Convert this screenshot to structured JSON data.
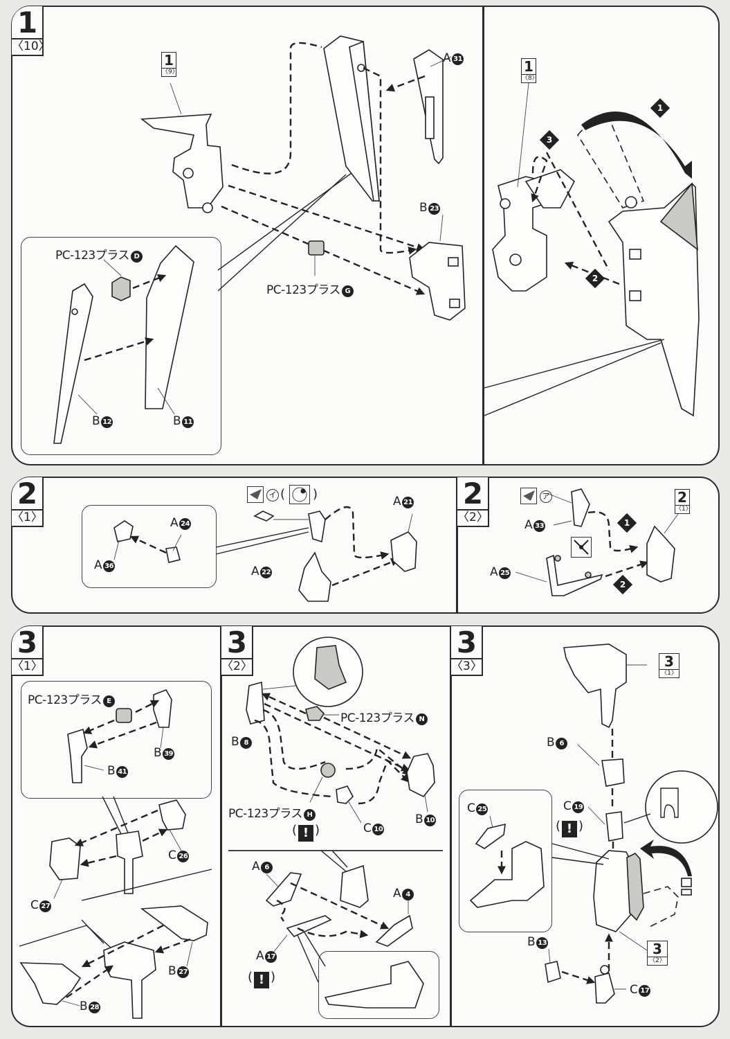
{
  "document": {
    "type": "model kit assembly instructions",
    "steps": [
      {
        "id": "step-1-10",
        "number": "1",
        "sub": "〈10〉",
        "references": [
          {
            "number": "1",
            "sub": "〈9〉"
          }
        ],
        "parts": [
          {
            "runner": "A",
            "num": "31"
          },
          {
            "runner": "B",
            "num": "23"
          },
          {
            "name": "PC-123プラス",
            "letter": "G"
          }
        ],
        "inset": {
          "parts": [
            {
              "name": "PC-123プラス",
              "letter": "D"
            },
            {
              "runner": "B",
              "num": "12"
            },
            {
              "runner": "B",
              "num": "11"
            }
          ]
        }
      },
      {
        "id": "step-1-8",
        "references": [
          {
            "number": "1",
            "sub": "〈8〉"
          }
        ],
        "order_marks": [
          "1",
          "2",
          "3"
        ]
      },
      {
        "id": "step-2-1",
        "number": "2",
        "sub": "〈1〉",
        "marking": {
          "symbol": "イ",
          "note": "seal"
        },
        "parts": [
          {
            "runner": "A",
            "num": "21"
          },
          {
            "runner": "A",
            "num": "22"
          }
        ],
        "inset": {
          "parts": [
            {
              "runner": "A",
              "num": "24"
            },
            {
              "runner": "A",
              "num": "36"
            }
          ]
        }
      },
      {
        "id": "step-2-2",
        "number": "2",
        "sub": "〈2〉",
        "references": [
          {
            "number": "2",
            "sub": "〈1〉"
          }
        ],
        "marking": {
          "symbol": "ア"
        },
        "parts": [
          {
            "runner": "A",
            "num": "33"
          },
          {
            "runner": "A",
            "num": "25"
          }
        ],
        "order_marks": [
          "1",
          "2"
        ]
      },
      {
        "id": "step-3-1",
        "number": "3",
        "sub": "〈1〉",
        "inset": {
          "parts": [
            {
              "name": "PC-123プラス",
              "letter": "E"
            },
            {
              "runner": "B",
              "num": "39"
            },
            {
              "runner": "B",
              "num": "41"
            }
          ]
        },
        "parts": [
          {
            "runner": "C",
            "num": "26"
          },
          {
            "runner": "C",
            "num": "27"
          },
          {
            "runner": "B",
            "num": "27"
          },
          {
            "runner": "B",
            "num": "28"
          }
        ]
      },
      {
        "id": "step-3-2",
        "number": "3",
        "sub": "〈2〉",
        "parts": [
          {
            "name": "PC-123プラス",
            "letter": "N"
          },
          {
            "runner": "B",
            "num": "8"
          },
          {
            "name": "PC-123プラス",
            "letter": "H",
            "warning": "!"
          },
          {
            "runner": "C",
            "num": "10"
          },
          {
            "runner": "B",
            "num": "10"
          },
          {
            "runner": "A",
            "num": "6"
          },
          {
            "runner": "A",
            "num": "4"
          },
          {
            "runner": "A",
            "num": "17",
            "warning": "!"
          }
        ]
      },
      {
        "id": "step-3-3",
        "number": "3",
        "sub": "〈3〉",
        "references": [
          {
            "number": "3",
            "sub": "〈1〉"
          },
          {
            "number": "3",
            "sub": "〈2〉"
          }
        ],
        "parts": [
          {
            "runner": "B",
            "num": "6"
          },
          {
            "runner": "C",
            "num": "19",
            "warning": "!"
          },
          {
            "runner": "C",
            "num": "25"
          },
          {
            "runner": "B",
            "num": "13"
          },
          {
            "runner": "C",
            "num": "17"
          }
        ]
      }
    ]
  },
  "labels": {
    "s1_A31": {
      "r": "A",
      "n": "31"
    },
    "s1_B23": {
      "r": "B",
      "n": "23"
    },
    "s1_PCG": {
      "r": "PC-123プラス",
      "n": "G"
    },
    "s1_PCD": {
      "r": "PC-123プラス",
      "n": "D"
    },
    "s1_B12": {
      "r": "B",
      "n": "12"
    },
    "s1_B11": {
      "r": "B",
      "n": "11"
    },
    "s2_A24": {
      "r": "A",
      "n": "24"
    },
    "s2_A36": {
      "r": "A",
      "n": "36"
    },
    "s2_A21": {
      "r": "A",
      "n": "21"
    },
    "s2_A22": {
      "r": "A",
      "n": "22"
    },
    "s2_A33": {
      "r": "A",
      "n": "33"
    },
    "s2_A25": {
      "r": "A",
      "n": "25"
    },
    "s3_PCE": {
      "r": "PC-123プラス",
      "n": "E"
    },
    "s3_B39": {
      "r": "B",
      "n": "39"
    },
    "s3_B41": {
      "r": "B",
      "n": "41"
    },
    "s3_C26": {
      "r": "C",
      "n": "26"
    },
    "s3_C27": {
      "r": "C",
      "n": "27"
    },
    "s3_B27": {
      "r": "B",
      "n": "27"
    },
    "s3_B28": {
      "r": "B",
      "n": "28"
    },
    "s3_PCN": {
      "r": "PC-123プラス",
      "n": "N"
    },
    "s3_B8": {
      "r": "B",
      "n": "8"
    },
    "s3_PCH": {
      "r": "PC-123プラス",
      "n": "H"
    },
    "s3_C10": {
      "r": "C",
      "n": "10"
    },
    "s3_B10": {
      "r": "B",
      "n": "10"
    },
    "s3_A6": {
      "r": "A",
      "n": "6"
    },
    "s3_A4": {
      "r": "A",
      "n": "4"
    },
    "s3_A17": {
      "r": "A",
      "n": "17"
    },
    "s3_B6": {
      "r": "B",
      "n": "6"
    },
    "s3_C19": {
      "r": "C",
      "n": "19"
    },
    "s3_C25": {
      "r": "C",
      "n": "25"
    },
    "s3_B13": {
      "r": "B",
      "n": "13"
    },
    "s3_C17": {
      "r": "C",
      "n": "17"
    }
  },
  "tags": {
    "t1": {
      "num": "1",
      "sub": "〈10〉"
    },
    "t1r9": {
      "num": "1",
      "sub": "〈9〉"
    },
    "t1r8": {
      "num": "1",
      "sub": "〈8〉"
    },
    "t21": {
      "num": "2",
      "sub": "〈1〉"
    },
    "t22": {
      "num": "2",
      "sub": "〈2〉"
    },
    "t2r1": {
      "num": "2",
      "sub": "〈1〉"
    },
    "t31": {
      "num": "3",
      "sub": "〈1〉"
    },
    "t32": {
      "num": "3",
      "sub": "〈2〉"
    },
    "t33": {
      "num": "3",
      "sub": "〈3〉"
    },
    "t3r1": {
      "num": "3",
      "sub": "〈1〉"
    },
    "t3r2": {
      "num": "3",
      "sub": "〈2〉"
    }
  },
  "marks": {
    "o1": "1",
    "o2": "2",
    "o3": "3",
    "i": "イ",
    "a": "ア",
    "warn": "!",
    "paren_open": "(",
    "paren_close": ")"
  }
}
